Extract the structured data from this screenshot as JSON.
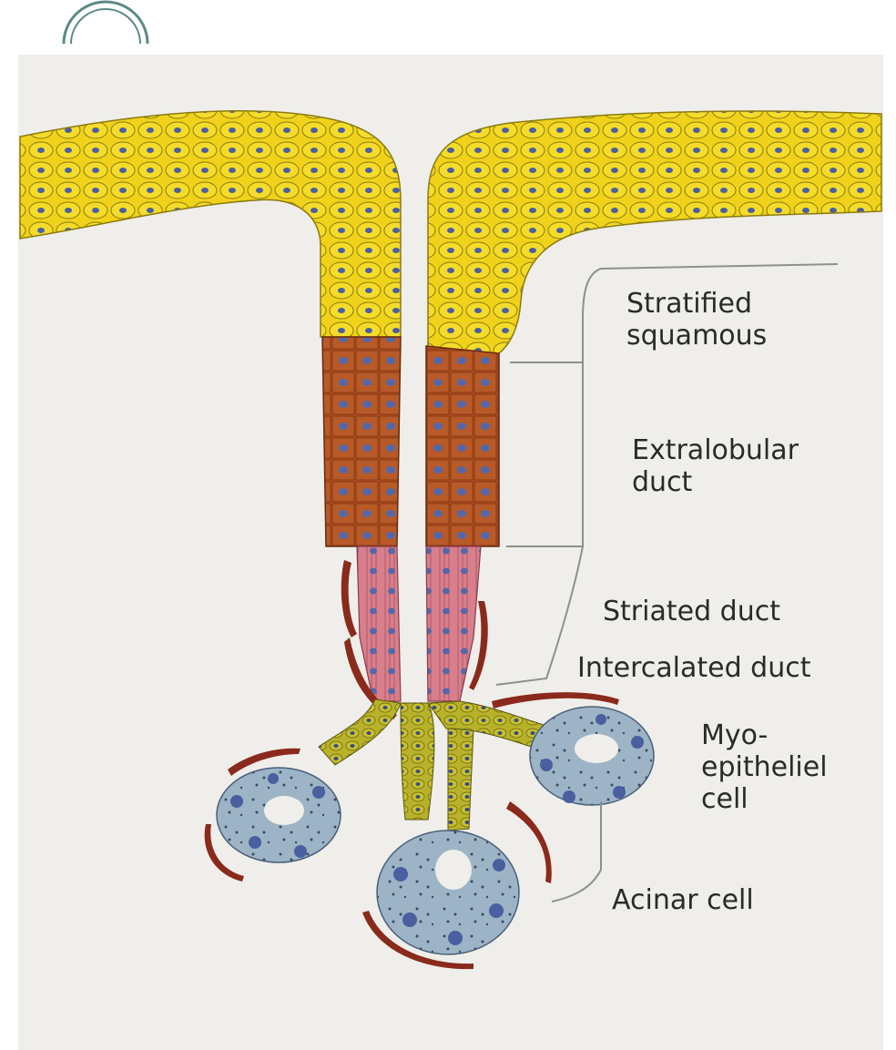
{
  "labels": {
    "stratified_squamous": "Stratified\nsquamous",
    "extralobular_duct": "Extralobular\nduct",
    "striated_duct": "Striated duct",
    "intercalated_duct": "Intercalated duct",
    "myoepithelial_cell": "Myo-\nepitheliel\ncell",
    "acinar_cell": "Acinar cell"
  },
  "colors": {
    "background": "#efeeea",
    "squamous_epithelium": "#f0d21a",
    "extralobular_duct": "#b5501f",
    "striated_duct": "#d97f8c",
    "intercalated_duct": "#b8b22a",
    "acinar_cell": "#9db4c6",
    "nucleus": "#4a5fa0",
    "myoepithelial_cell": "#8a2a1c",
    "leader_lines": "#8f8f8f"
  }
}
